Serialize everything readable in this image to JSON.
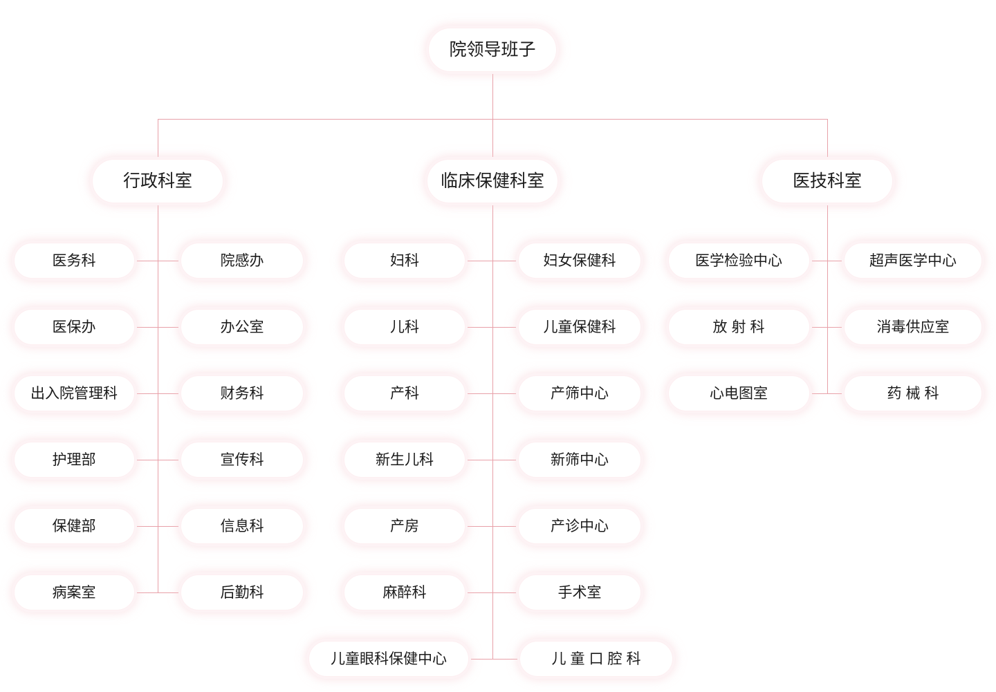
{
  "diagram": {
    "type": "organization-chart",
    "title": "院领导班子",
    "accent_color": "#e8a0a8",
    "node_fill": "#ffffff",
    "glow_color": "#fdf3f5",
    "text_color": "#1b1b1b"
  },
  "root": {
    "label": "院领导班子"
  },
  "branches": [
    {
      "id": "administration",
      "label": "行政科室",
      "rows": [
        {
          "left": "医务科",
          "right": "院感办"
        },
        {
          "left": "医保办",
          "right": "办公室"
        },
        {
          "left": "出入院管理科",
          "right": "财务科"
        },
        {
          "left": "护理部",
          "right": "宣传科"
        },
        {
          "left": "保健部",
          "right": "信息科"
        },
        {
          "left": "病案室",
          "right": "后勤科"
        }
      ]
    },
    {
      "id": "clinical",
      "label": "临床保健科室",
      "rows": [
        {
          "left": "妇科",
          "right": "妇女保健科"
        },
        {
          "left": "儿科",
          "right": "儿童保健科"
        },
        {
          "left": "产科",
          "right": "产筛中心"
        },
        {
          "left": "新生儿科",
          "right": "新筛中心"
        },
        {
          "left": "产房",
          "right": "产诊中心"
        },
        {
          "left": "麻醉科",
          "right": "手术室"
        },
        {
          "left": "儿童眼科保健中心",
          "right": "儿童口腔科",
          "right_spaced": true,
          "wide": true
        }
      ]
    },
    {
      "id": "medical-technology",
      "label": "医技科室",
      "rows": [
        {
          "left": "医学检验中心",
          "right": "超声医学中心"
        },
        {
          "left": "放射科",
          "left_spaced": true,
          "right": "消毒供应室"
        },
        {
          "left": "心电图室",
          "right": "药械科",
          "right_spaced": true
        }
      ]
    }
  ]
}
